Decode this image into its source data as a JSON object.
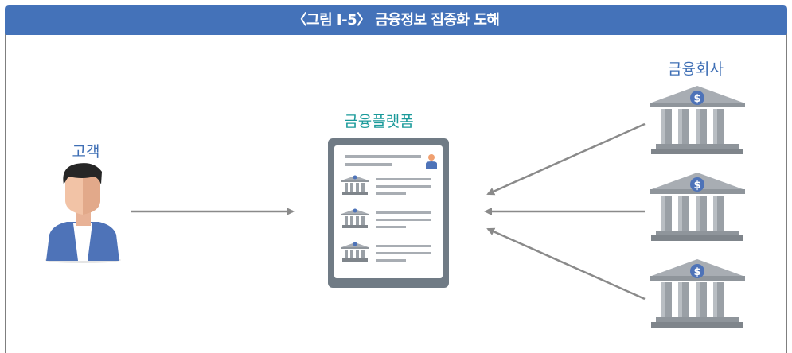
{
  "title": "〈그림 Ⅰ-5〉 금융정보 집중화 도해",
  "labels": {
    "customer": "고객",
    "platform": "금융플랫폼",
    "companies": "금융회사"
  },
  "icons": {
    "customer": "person-icon",
    "platform": "document-panel-icon",
    "company": "bank-building-icon",
    "currency_symbol": "$"
  },
  "colors": {
    "header": "#4472b9",
    "label_blue": "#3f6fb5",
    "label_teal": "#1a9a9a",
    "arrow": "#8a8a8a",
    "bank": "#9aa0a6",
    "coin": "#4e73b8"
  }
}
